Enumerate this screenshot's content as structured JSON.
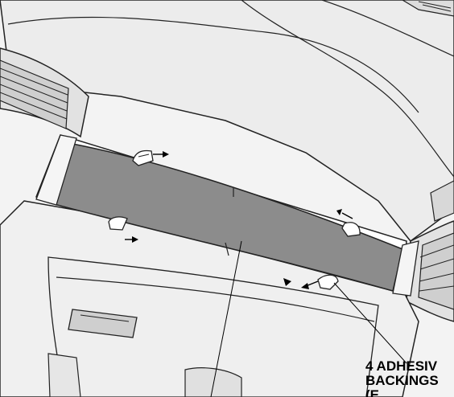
{
  "callout": {
    "line1": "4 ADHESIV",
    "line2": "BACKINGS",
    "line3": "(E..."
  }
}
